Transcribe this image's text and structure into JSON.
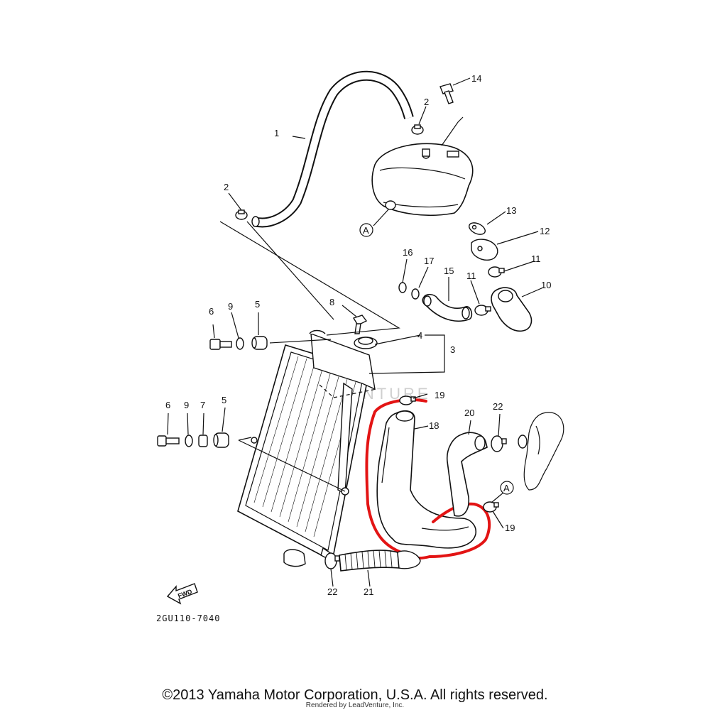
{
  "diagram_code": "2GU110-7040",
  "copyright": "©2013 Yamaha Motor Corporation, U.S.A. All rights reserved.",
  "rendered_by": "Rendered by LeadVenture, Inc.",
  "watermark": "LEADVENTURE",
  "fwd_label": "FWD",
  "callout_letter": "A",
  "highlight_color": "#e31414",
  "labels": {
    "l1": "1",
    "l2a": "2",
    "l2b": "2",
    "l3": "3",
    "l4": "4",
    "l5a": "5",
    "l5b": "5",
    "l6a": "6",
    "l6b": "6",
    "l7": "7",
    "l8": "8",
    "l9a": "9",
    "l9b": "9",
    "l10": "10",
    "l11a": "11",
    "l11b": "11",
    "l12": "12",
    "l13": "13",
    "l14": "14",
    "l15": "15",
    "l16": "16",
    "l17": "17",
    "l18": "18",
    "l19a": "19",
    "l19b": "19",
    "l20": "20",
    "l21": "21",
    "l22a": "22",
    "l22b": "22"
  }
}
